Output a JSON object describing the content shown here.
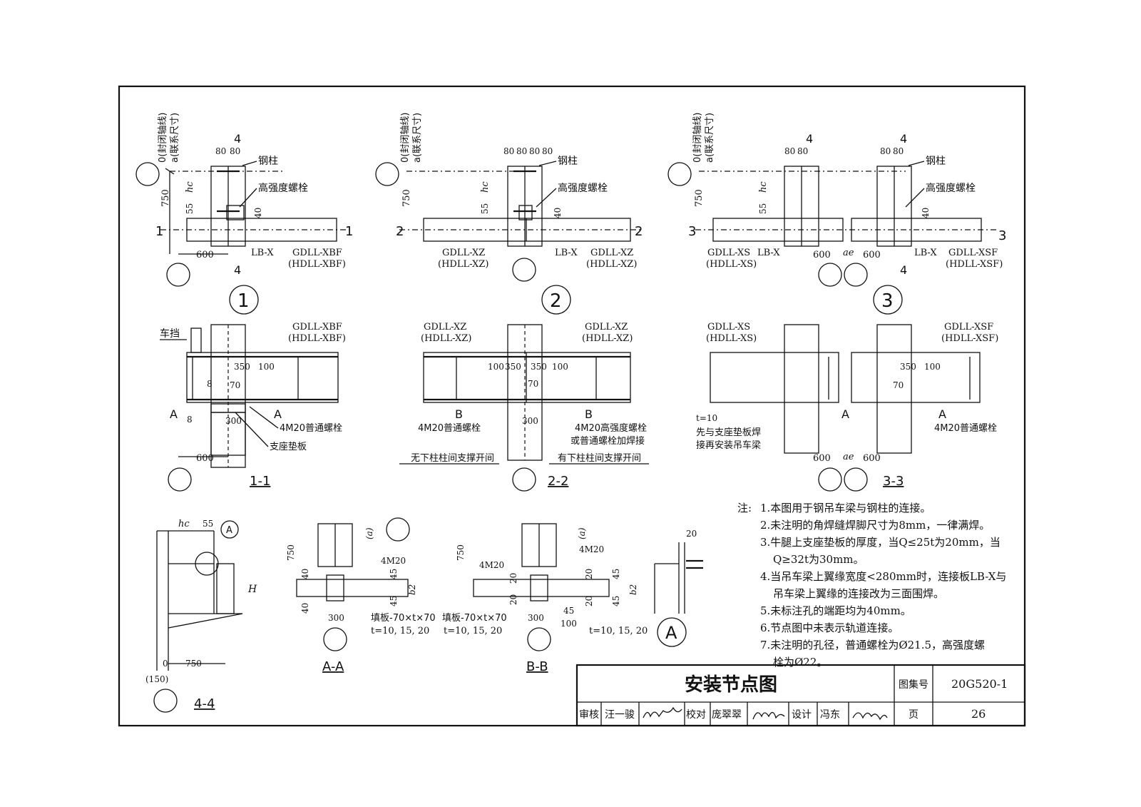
{
  "title_block": {
    "drawing_title": "安装节点图",
    "atlas_label": "图集号",
    "atlas_no": "20G520-1",
    "page_label": "页",
    "page_no": "26",
    "review_label": "审核",
    "reviewer": "汪一骏",
    "reviewer_sig": "汪一骏",
    "check_label": "校对",
    "checker": "庞翠翠",
    "checker_sig": "庞翠翠",
    "design_label": "设计",
    "designer": "冯东",
    "designer_sig": "冯东"
  },
  "labels": {
    "axis_closed": "0(封闭轴线)",
    "axis_link": "a(联系尺寸)",
    "steel_column": "钢柱",
    "hs_bolt": "高强度螺栓",
    "lbx": "LB-X",
    "dim_750": "750",
    "dim_55": "55",
    "dim_40": "40",
    "dim_600": "600",
    "dim_80": "80",
    "dim_300": "300",
    "dim_350": "350",
    "dim_100": "100",
    "dim_70": "70",
    "dim_20": "20",
    "dim_45": "45",
    "dim_8": "8",
    "dim_150": "(150)",
    "dim_0": "0",
    "hc": "hc",
    "ae": "ae",
    "H": "H",
    "b2": "b2",
    "paren_a": "(a)",
    "m20": "4M20",
    "filler": "填板-70×t×70",
    "t_vals": "t=10, 15, 20",
    "t10": "t=10",
    "car_stop": "车挡",
    "support_pad": "支座垫板",
    "m20_ordinary": "4M20普通螺栓",
    "m20_hs_or_weld_1": "4M20高强度螺栓",
    "m20_hs_or_weld_2": "或普通螺栓加焊接",
    "no_brace": "无下柱柱间支撑开间",
    "with_brace": "有下柱柱间支撑开间",
    "weld_first_1": "先与支座垫板焊",
    "weld_first_2": "接再安装吊车梁",
    "sec1": "1",
    "sec2": "2",
    "sec3": "3",
    "sec4": "4",
    "secA": "A",
    "secB": "B"
  },
  "beam_labels": {
    "gdll_xb": "GDLL-XBF",
    "hdll_xb": "(HDLL-XBF)",
    "gdll_xz": "GDLL-XZ",
    "hdll_xz": "(HDLL-XZ)",
    "gdll_xs": "GDLL-XS",
    "hdll_xs": "(HDLL-XS)",
    "gdll_xsf": "GDLL-XSF",
    "hdll_xsf": "(HDLL-XSF)"
  },
  "detail_numbers": [
    "1",
    "2",
    "3"
  ],
  "section_titles": [
    "1-1",
    "2-2",
    "3-3",
    "4-4",
    "A-A",
    "B-B"
  ],
  "detail_A": "A",
  "notes": {
    "head": "注:",
    "items": [
      "1.本图用于钢吊车梁与钢柱的连接。",
      "2.未注明的角焊缝焊脚尺寸为8mm，一律满焊。",
      "3.牛腿上支座垫板的厚度，当Q≤25t为20mm，当",
      "Q≥32t为30mm。",
      "4.当吊车梁上翼缘宽度<280mm时，连接板LB-X与",
      "吊车梁上翼缘的连接改为三面围焊。",
      "5.未标注孔的端距均为40mm。",
      "6.节点图中未表示轨道连接。",
      "7.未注明的孔径，普通螺栓为Ø21.5，高强度螺",
      "栓为Ø22。"
    ]
  }
}
